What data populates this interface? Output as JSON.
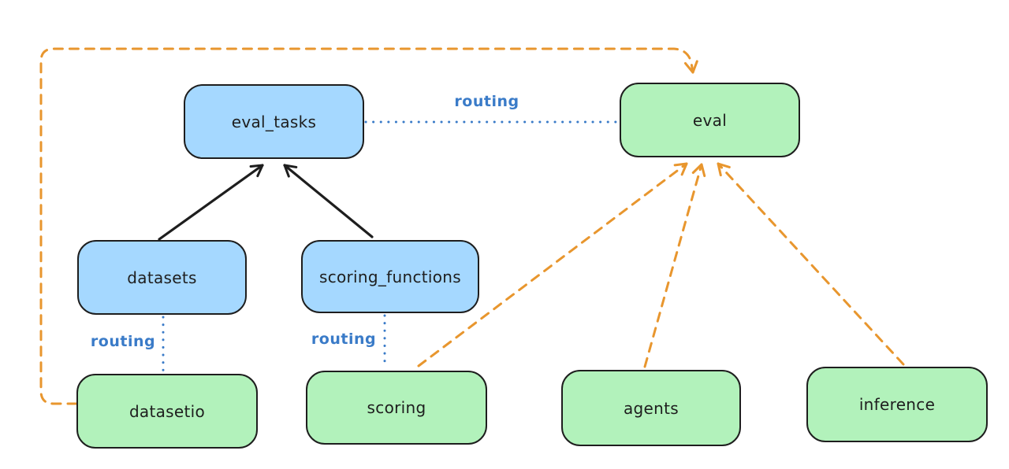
{
  "nodes": [
    {
      "id": "eval_tasks",
      "label": "eval_tasks",
      "color": "blue"
    },
    {
      "id": "eval",
      "label": "eval",
      "color": "green"
    },
    {
      "id": "datasets",
      "label": "datasets",
      "color": "blue"
    },
    {
      "id": "scoring_functions",
      "label": "scoring_functions",
      "color": "blue"
    },
    {
      "id": "datasetio",
      "label": "datasetio",
      "color": "green"
    },
    {
      "id": "scoring",
      "label": "scoring",
      "color": "green"
    },
    {
      "id": "agents",
      "label": "agents",
      "color": "green"
    },
    {
      "id": "inference",
      "label": "inference",
      "color": "green"
    }
  ],
  "labels": {
    "routing": "routing"
  },
  "edges": [
    {
      "from": "datasets",
      "to": "eval_tasks",
      "style": "solid-black-arrow"
    },
    {
      "from": "scoring_functions",
      "to": "eval_tasks",
      "style": "solid-black-arrow"
    },
    {
      "from": "eval_tasks",
      "to": "eval",
      "style": "dotted-blue",
      "label": "routing"
    },
    {
      "from": "datasets",
      "to": "datasetio",
      "style": "dotted-blue",
      "label": "routing"
    },
    {
      "from": "scoring_functions",
      "to": "scoring",
      "style": "dotted-blue",
      "label": "routing"
    },
    {
      "from": "datasetio",
      "to": "eval",
      "style": "dashed-orange-arrow"
    },
    {
      "from": "scoring",
      "to": "eval",
      "style": "dashed-orange-arrow"
    },
    {
      "from": "agents",
      "to": "eval",
      "style": "dashed-orange-arrow"
    },
    {
      "from": "inference",
      "to": "eval",
      "style": "dashed-orange-arrow"
    }
  ],
  "colors": {
    "node_blue": "#a5d8ff",
    "node_green": "#b2f2bb",
    "stroke_dark": "#1e1e1e",
    "edge_orange": "#e8962e",
    "edge_blue": "#3a7bc8",
    "bg": "#ffffff"
  }
}
